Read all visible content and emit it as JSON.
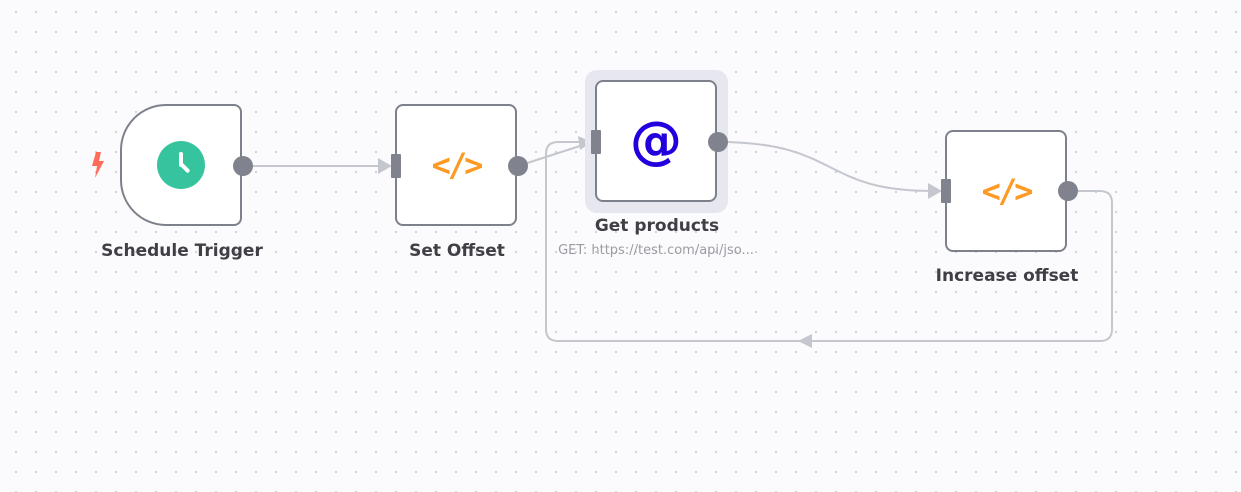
{
  "nodes": [
    {
      "name": "Schedule Trigger",
      "icon": "clock-icon",
      "color": "#35c49e"
    },
    {
      "name": "Set Offset",
      "icon": "code-icon",
      "color": "#ff9922"
    },
    {
      "name": "Get products",
      "subtitle": "GET: https://test.com/api/jso...",
      "icon": "at-icon",
      "color": "#2200dd"
    },
    {
      "name": "Increase offset",
      "icon": "code-icon",
      "color": "#ff9922"
    }
  ],
  "icons": {
    "code": "</>",
    "at": "@"
  }
}
